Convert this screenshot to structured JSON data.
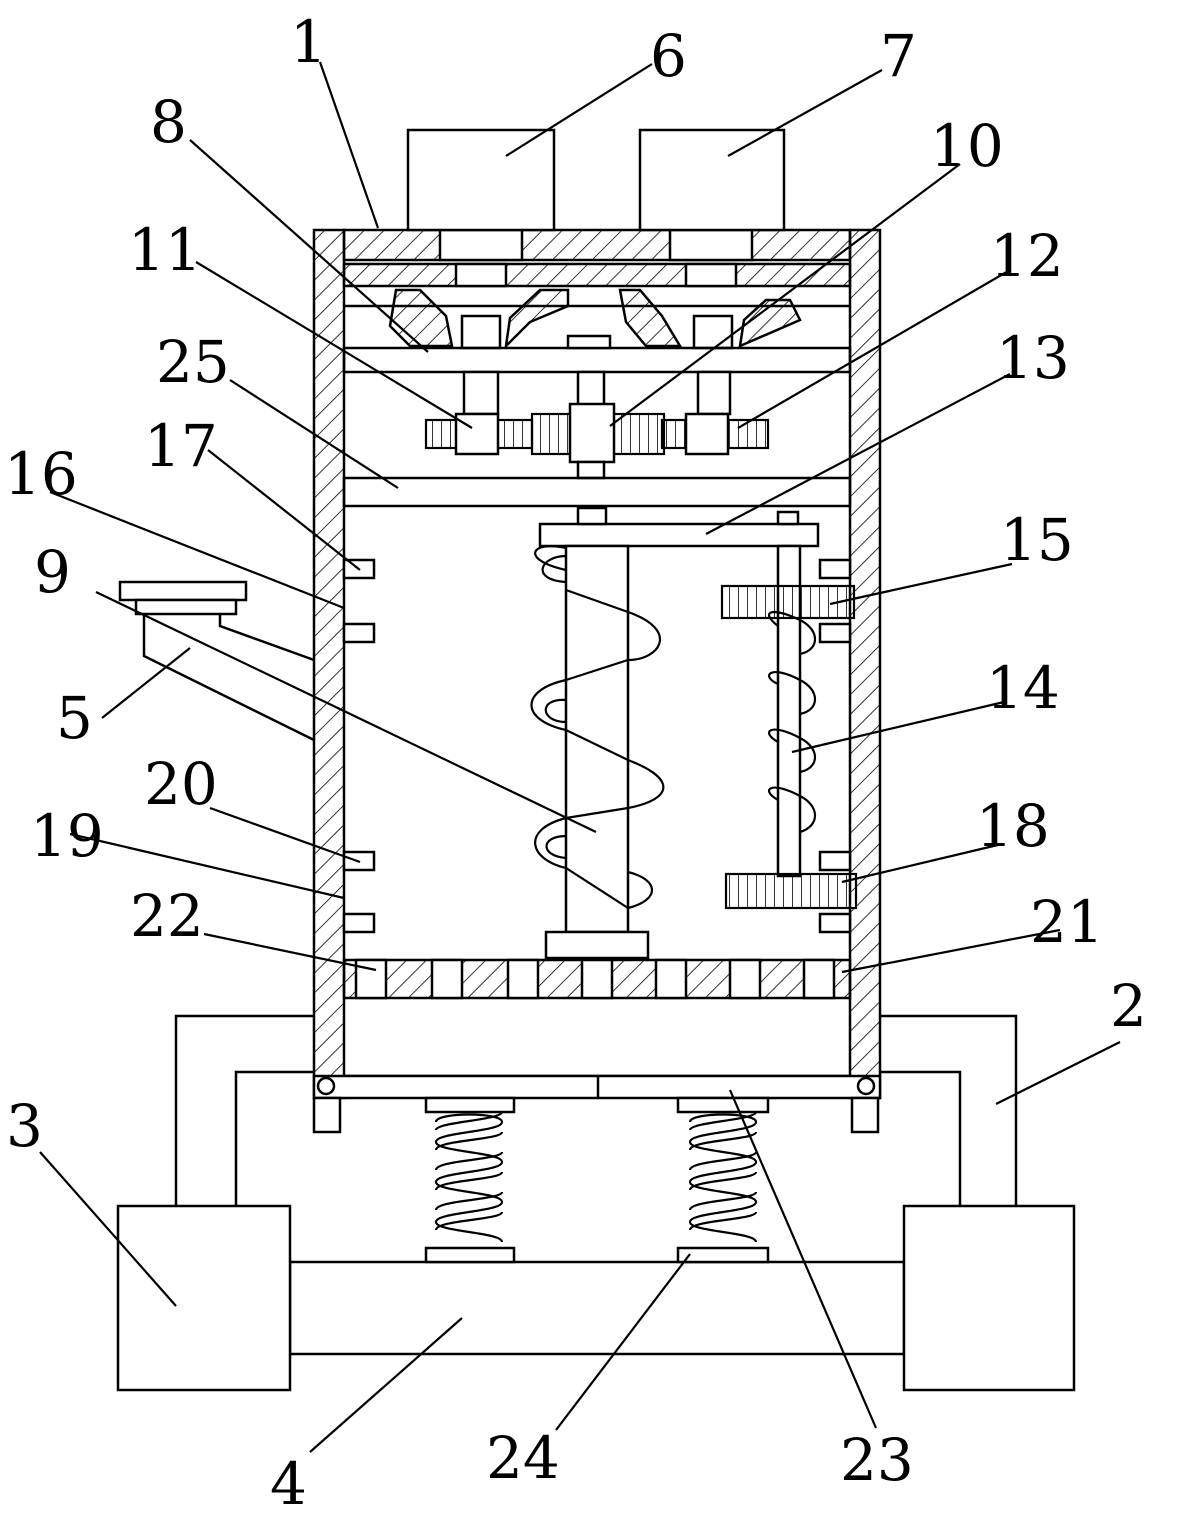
{
  "figure": {
    "labels": [
      {
        "id": "1",
        "text": "1"
      },
      {
        "id": "2",
        "text": "2"
      },
      {
        "id": "3",
        "text": "3"
      },
      {
        "id": "4",
        "text": "4"
      },
      {
        "id": "5",
        "text": "5"
      },
      {
        "id": "6",
        "text": "6"
      },
      {
        "id": "7",
        "text": "7"
      },
      {
        "id": "8",
        "text": "8"
      },
      {
        "id": "9",
        "text": "9"
      },
      {
        "id": "10",
        "text": "10"
      },
      {
        "id": "11",
        "text": "11"
      },
      {
        "id": "12",
        "text": "12"
      },
      {
        "id": "13",
        "text": "13"
      },
      {
        "id": "14",
        "text": "14"
      },
      {
        "id": "15",
        "text": "15"
      },
      {
        "id": "16",
        "text": "16"
      },
      {
        "id": "17",
        "text": "17"
      },
      {
        "id": "18",
        "text": "18"
      },
      {
        "id": "19",
        "text": "19"
      },
      {
        "id": "20",
        "text": "20"
      },
      {
        "id": "21",
        "text": "21"
      },
      {
        "id": "22",
        "text": "22"
      },
      {
        "id": "23",
        "text": "23"
      },
      {
        "id": "24",
        "text": "24"
      },
      {
        "id": "25",
        "text": "25"
      }
    ]
  }
}
